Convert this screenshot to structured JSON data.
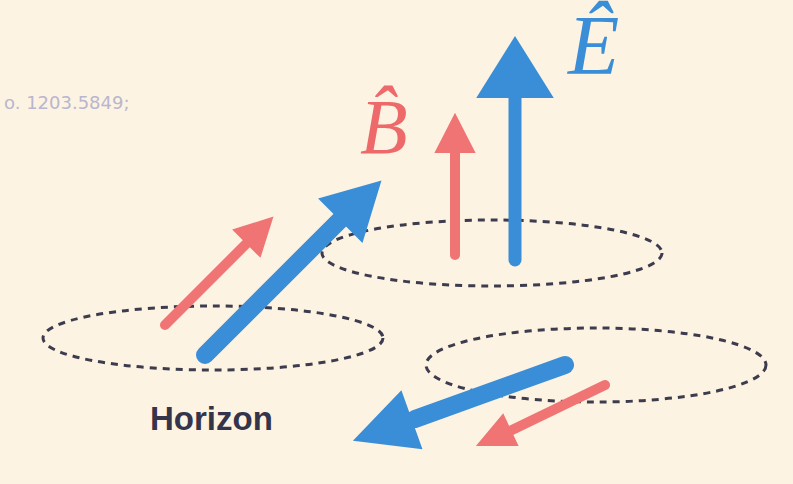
{
  "diagram": {
    "labels": [
      "o. 1203.5849;",
      "B̂",
      "Ê",
      "Horizon"
    ]
  }
}
